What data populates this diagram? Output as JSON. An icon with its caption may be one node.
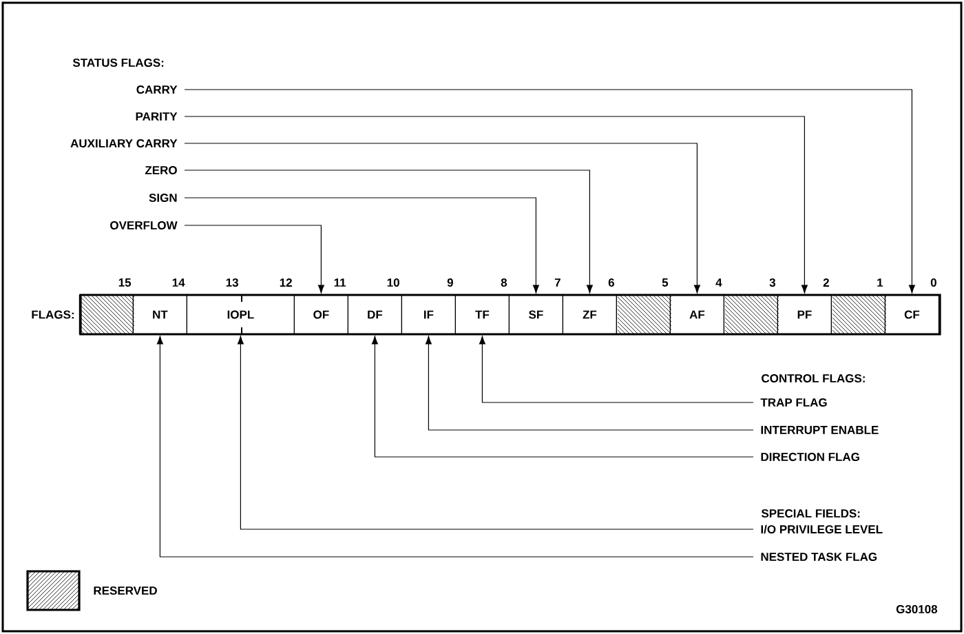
{
  "diagram": {
    "nodes": [
      {
        "text": [
          "CARRY"
        ]
      },
      {
        "text": [
          "PARITY"
        ]
      },
      {
        "text": [
          "AUXILIARY CARRY"
        ]
      },
      {
        "text": [
          "ZERO"
        ]
      },
      {
        "text": [
          "SIGN"
        ]
      },
      {
        "text": [
          "OVERFLOW"
        ]
      },
      {
        "text": [
          "FLAGS:"
        ]
      },
      {
        "text": [],
        "shape": "box",
        "in": 6
      },
      {
        "text": [
          "NT"
        ],
        "in": 6
      },
      {
        "text": [
          "IOPL"
        ],
        "in": 6
      },
      {
        "text": [
          "OF"
        ],
        "in": 6
      },
      {
        "text": [
          "DF"
        ],
        "in": 6
      },
      {
        "text": [
          "IF"
        ],
        "in": 6
      },
      {
        "text": [
          "TF"
        ],
        "in": 6
      },
      {
        "text": [
          "SF"
        ],
        "in": 6
      },
      {
        "text": [
          "ZF"
        ],
        "in": 6
      },
      {
        "text": [],
        "shape": "box",
        "in": 6
      },
      {
        "text": [
          "AF"
        ],
        "in": 6
      },
      {
        "text": [],
        "shape": "box",
        "in": 6
      },
      {
        "text": [
          "PF"
        ],
        "in": 6
      },
      {
        "text": [],
        "shape": "box",
        "in": 6
      },
      {
        "text": [
          "CF"
        ],
        "in": 6
      },
      {
        "text": [
          "TRAP FLAG"
        ]
      },
      {
        "text": [
          "INTERRUPT ENABLE"
        ]
      },
      {
        "text": [
          "DIRECTION FLAG"
        ]
      },
      {
        "text": [
          "I/O PRIVILEGE LEVEL"
        ]
      },
      {
        "text": [
          "NESTED TASK FLAG"
        ]
      }
    ],
    "edges": [
      {
        "from": 0,
        "to": 21,
        "arrow": "to"
      },
      {
        "from": 1,
        "to": 19,
        "arrow": "to"
      },
      {
        "from": 2,
        "to": 17,
        "arrow": "to"
      },
      {
        "from": 3,
        "to": 15,
        "arrow": "to"
      },
      {
        "from": 4,
        "to": 14,
        "arrow": "to"
      },
      {
        "from": 5,
        "to": 10,
        "arrow": "to"
      },
      {
        "from": 22,
        "to": 13,
        "arrow": "to"
      },
      {
        "from": 23,
        "to": 12,
        "arrow": "to"
      },
      {
        "from": 24,
        "to": 11,
        "arrow": "to"
      },
      {
        "from": 25,
        "to": 9,
        "arrow": "to"
      },
      {
        "from": 26,
        "to": 8,
        "arrow": "to"
      }
    ],
    "labels": [
      "STATUS FLAGS:",
      "15",
      "14",
      "13",
      "12",
      "11",
      "10",
      "9",
      "8",
      "7",
      "6",
      "5",
      "4",
      "3",
      "2",
      "1",
      "0",
      "CONTROL FLAGS:",
      "SPECIAL FIELDS:",
      "G30108"
    ],
    "legend": [
      {
        "text": "RESERVED"
      }
    ]
  }
}
